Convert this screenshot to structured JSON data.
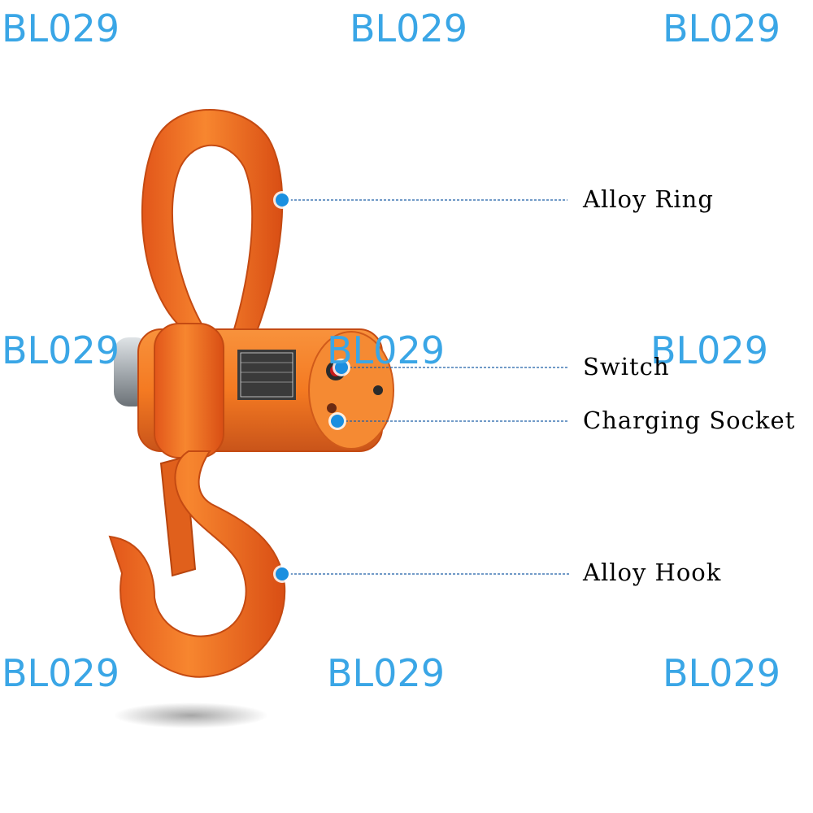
{
  "colors": {
    "watermark": "#3aa6e6",
    "callout_dot": "#1a8fe0",
    "callout_line": "#1f5fa8",
    "hook_orange": "#f26a1b",
    "body_orange": "#f47a22"
  },
  "watermark_text": "BL029",
  "labels": {
    "alloy_ring": "Alloy Ring",
    "switch": "Switch",
    "charging_socket": "Charging Socket",
    "alloy_hook": "Alloy Hook"
  },
  "icons": [
    "crane-scale-shackle",
    "crane-scale-hook",
    "callout-dot"
  ]
}
